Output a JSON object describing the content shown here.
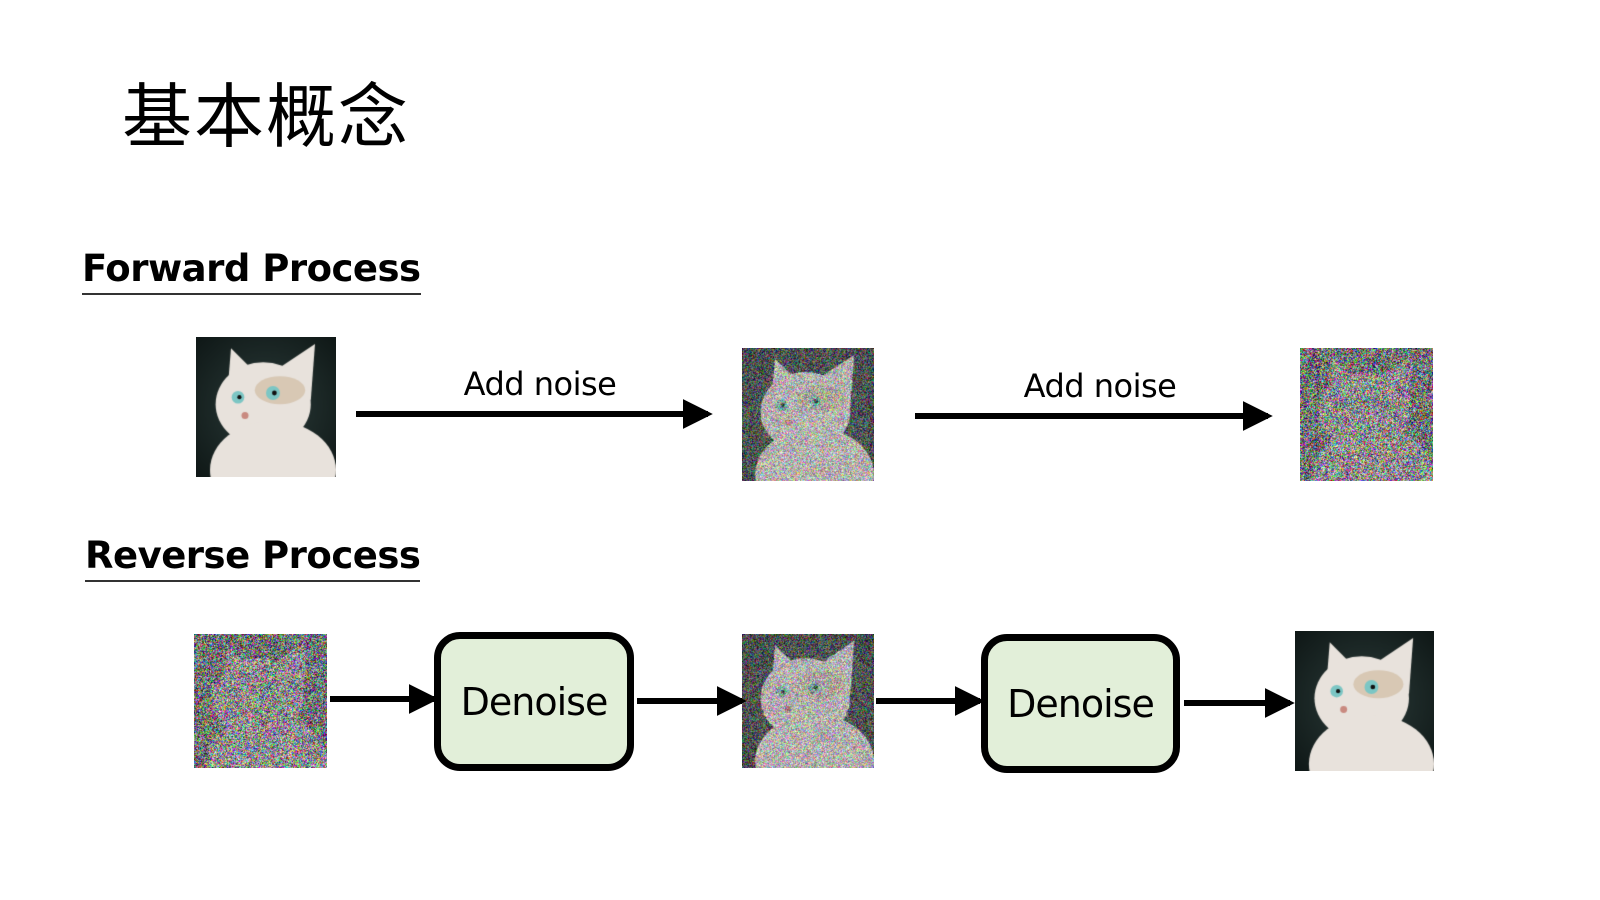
{
  "slide": {
    "title": "基本概念",
    "forward": {
      "heading": "Forward Process",
      "steps": [
        {
          "image": "cat-photo-clean",
          "noise_level": 0.0
        },
        {
          "arrow_label": "Add noise"
        },
        {
          "image": "cat-photo-partially-noisy",
          "noise_level": 0.6
        },
        {
          "arrow_label": "Add noise"
        },
        {
          "image": "pure-noise",
          "noise_level": 1.0
        }
      ]
    },
    "reverse": {
      "heading": "Reverse Process",
      "steps": [
        {
          "image": "pure-noise",
          "noise_level": 1.0
        },
        {
          "box_label": "Denoise"
        },
        {
          "image": "cat-photo-partially-noisy",
          "noise_level": 0.6
        },
        {
          "box_label": "Denoise"
        },
        {
          "image": "cat-photo-clean",
          "noise_level": 0.0
        }
      ]
    },
    "colors": {
      "denoise_box_fill": "#e2efd9",
      "arrow": "#000000"
    }
  }
}
